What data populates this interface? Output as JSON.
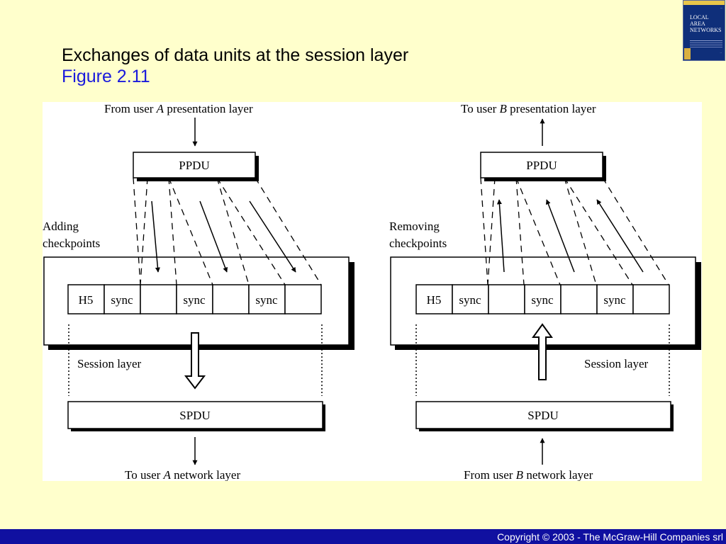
{
  "slide": {
    "title": "Exchanges of data units at the session layer",
    "subtitle": "Figure 2.11"
  },
  "book_cover": {
    "title_lines": [
      "LOCAL",
      "AREA",
      "NETWORKS"
    ]
  },
  "diagram": {
    "left": {
      "top_label": "From user A presentation layer",
      "top_label_pre": "From user ",
      "top_label_user": "A",
      "top_label_post": " presentation layer",
      "ppdu": "PPDU",
      "annotation_line1": "Adding",
      "annotation_line2": "checkpoints",
      "cells": [
        "H5",
        "sync",
        "",
        "sync",
        "",
        "sync",
        ""
      ],
      "layer_label": "Session layer",
      "spdu": "SPDU",
      "bottom_label_pre": "To user ",
      "bottom_label_user": "A",
      "bottom_label_post": " network layer"
    },
    "right": {
      "top_label_pre": "To user ",
      "top_label_user": "B",
      "top_label_post": " presentation layer",
      "ppdu": "PPDU",
      "annotation_line1": "Removing",
      "annotation_line2": "checkpoints",
      "cells": [
        "H5",
        "sync",
        "",
        "sync",
        "",
        "sync",
        ""
      ],
      "layer_label": "Session layer",
      "spdu": "SPDU",
      "bottom_label_pre": "From user ",
      "bottom_label_user": "B",
      "bottom_label_post": " network layer"
    }
  },
  "footer": {
    "copyright": "Copyright © 2003 - The McGraw-Hill Companies srl"
  }
}
